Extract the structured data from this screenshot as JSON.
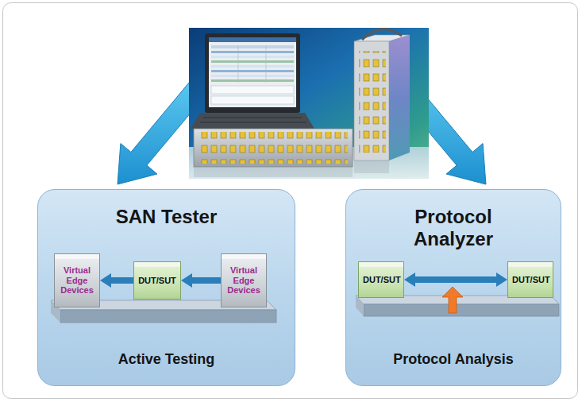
{
  "diagram": {
    "nodes": [
      {
        "text": [
          "SAN Tester",
          "Active Testing"
        ]
      },
      {
        "text": [
          "Virtual Edge Devices"
        ],
        "in": 0
      },
      {
        "text": [
          "DUT/SUT"
        ],
        "in": 0
      },
      {
        "text": [
          "Virtual Edge Devices"
        ],
        "in": 0
      },
      {
        "text": [
          "Protocol Analyzer",
          "Protocol Analysis"
        ]
      },
      {
        "text": [
          "DUT/SUT"
        ],
        "in": 4
      },
      {
        "text": [
          "DUT/SUT"
        ],
        "in": 4
      }
    ],
    "edges": [
      {
        "from": 2,
        "to": 1,
        "arrow": "to"
      },
      {
        "from": 3,
        "to": 2,
        "arrow": "to"
      },
      {
        "from": 5,
        "to": 6,
        "arrow": "both"
      }
    ]
  }
}
